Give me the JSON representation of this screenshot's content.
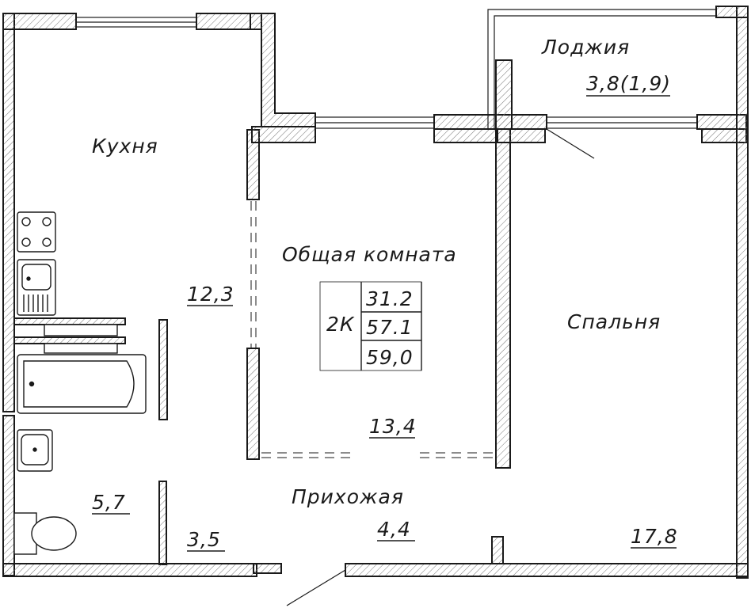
{
  "rooms": {
    "kitchen": {
      "name": "Кухня",
      "area": "12,3"
    },
    "loggia": {
      "name": "Лоджия",
      "area": "3,8(1,9)"
    },
    "living": {
      "name": "Общая комната",
      "area": "13,4"
    },
    "bedroom": {
      "name": "Спальня",
      "area": "17,8"
    },
    "hallway": {
      "name": "Прихожая",
      "area": "4,4"
    },
    "bathroom": {
      "area": "5,7"
    },
    "wc": {
      "area": "3,5"
    }
  },
  "summary": {
    "type": "2К",
    "living_area": "31.2",
    "total_area": "57.1",
    "total_with_loggia": "59,0"
  },
  "colors": {
    "line": "#1a1a1a",
    "wall_fill": "#ffffff"
  }
}
